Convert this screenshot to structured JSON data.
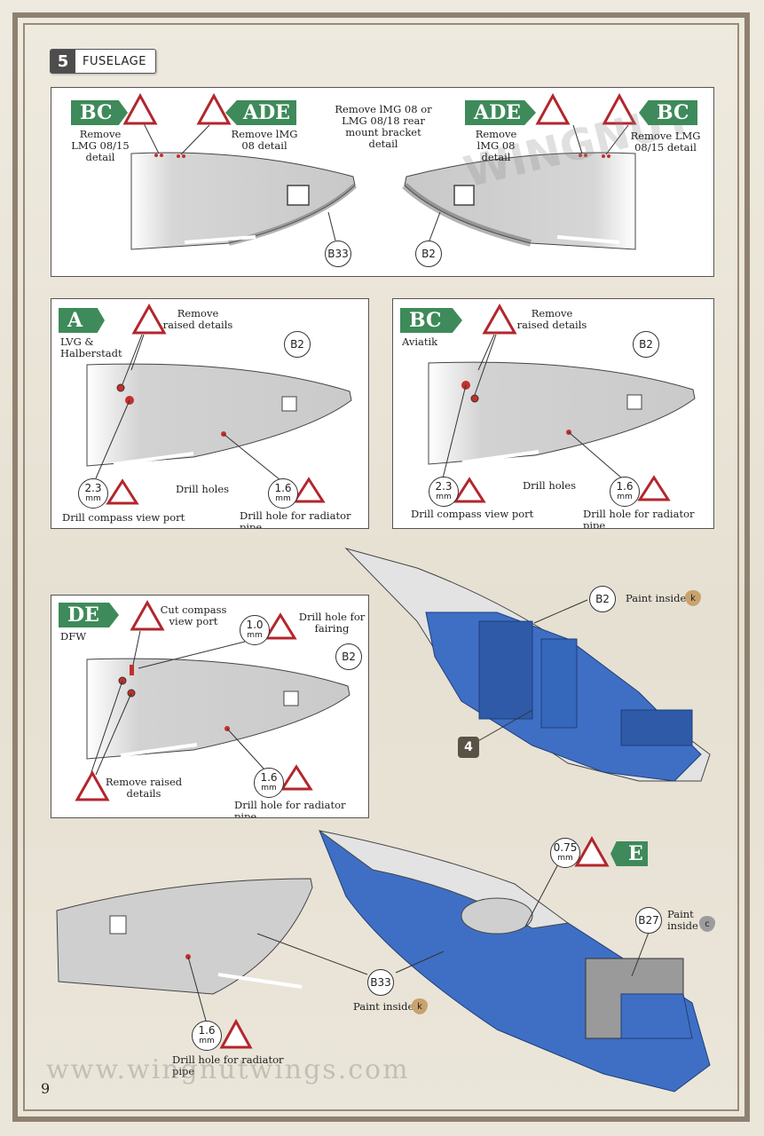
{
  "header": {
    "step_number": "5",
    "step_title": "FUSELAGE"
  },
  "top_panel": {
    "tag_bc_left": "BC",
    "note_bc_left": "Remove LMG 08/15 detail",
    "tag_ade_left": "ADE",
    "note_ade_left": "Remove lMG 08 detail",
    "center_note": "Remove lMG 08 or LMG 08/18 rear mount bracket detail",
    "tag_ade_right": "ADE",
    "note_ade_right": "Remove lMG 08 detail",
    "tag_bc_right": "BC",
    "note_bc_right": "Remove LMG 08/15 detail",
    "part_left": "B33",
    "part_right": "B2"
  },
  "panel_a": {
    "tag": "A",
    "variant": "LVG & Halberstadt",
    "note_remove": "Remove raised details",
    "part": "B2",
    "drill_compass_size": "2.3",
    "drill_unit": "mm",
    "drill_radiator_size": "1.6",
    "drill_holes": "Drill holes",
    "note_compass": "Drill compass view port",
    "note_radiator": "Drill hole for radiator pipe"
  },
  "panel_bc": {
    "tag": "BC",
    "variant": "Aviatik",
    "note_remove": "Remove raised details",
    "part": "B2",
    "drill_compass_size": "2.3",
    "drill_unit": "mm",
    "drill_radiator_size": "1.6",
    "drill_holes": "Drill holes",
    "note_compass": "Drill compass view port",
    "note_radiator": "Drill hole for radiator pipe"
  },
  "panel_de": {
    "tag": "DE",
    "variant": "DFW",
    "note_cut": "Cut compass view port",
    "drill_fairing_size": "1.0",
    "drill_unit": "mm",
    "note_fairing": "Drill hole for fairing",
    "part": "B2",
    "note_remove": "Remove raised details",
    "drill_radiator_size": "1.6",
    "note_radiator": "Drill hole for radiator pipe"
  },
  "assembly_upper": {
    "part": "B2",
    "paint_note": "Paint inside",
    "paint_code": "k",
    "subassembly": "4"
  },
  "assembly_lower": {
    "drill_size": "0.75",
    "drill_unit": "mm",
    "tag": "E",
    "part_b27": "B27",
    "paint_b27": "Paint inside",
    "paint_b27_code": "c",
    "part_b33": "B33",
    "paint_b33": "Paint inside",
    "paint_b33_code": "k",
    "drill_radiator_size": "1.6",
    "note_radiator": "Drill hole for radiator pipe"
  },
  "footer": {
    "website": "www.wingnutwings.com",
    "page_number": "9"
  },
  "colors": {
    "tag_green": "#3e8a5a",
    "part_blue": "#3f6fc4",
    "drill_red": "#c4302b",
    "panel_grey": "#cfcfcf"
  }
}
